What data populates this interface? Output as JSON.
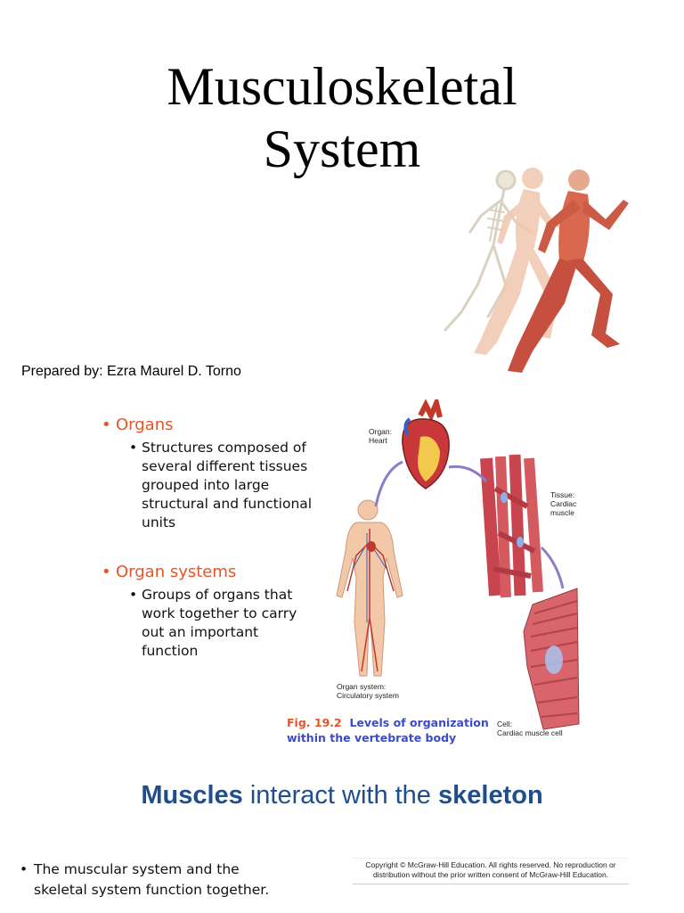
{
  "slide1": {
    "title_line1": "Musculoskeletal",
    "title_line2": "System",
    "prepared_by": "Prepared by: Ezra Maurel D. Torno"
  },
  "slide2": {
    "bullets": [
      {
        "heading": "Organs",
        "sub": [
          "Structures composed of",
          "several different tissues",
          "grouped into large",
          "structural and functional",
          "units"
        ]
      },
      {
        "heading": "Organ systems",
        "sub": [
          "Groups of organs that",
          "work together to carry",
          "out an important",
          "function"
        ]
      }
    ],
    "figure": {
      "organ_label": [
        "Organ:",
        "Heart"
      ],
      "tissue_label": [
        "Tissue:",
        "Cardiac",
        "muscle"
      ],
      "system_label": [
        "Organ system:",
        "Circulatory system"
      ],
      "cell_label": [
        "Cell:",
        "Cardiac muscle cell"
      ],
      "caption_fig": "Fig. 19.2",
      "caption_line1": "Levels of organization",
      "caption_line2": "within the vertebrate body"
    }
  },
  "slide3": {
    "title_bold1": "Muscles",
    "title_mid": " interact with the ",
    "title_bold2": "skeleton",
    "copyright_line1": "Copyright © McGraw-Hill Education. All rights reserved. No reproduction or",
    "copyright_line2": "distribution without the prior written consent of McGraw-Hill Education.",
    "bullet_line1": "The muscular system and the",
    "bullet_line2": "skeletal system function together."
  },
  "colors": {
    "accent_orange": "#e8542a",
    "caption_blue": "#3a4cc8",
    "title_blue": "#1f4e8c",
    "muscle_red": "#c8454f"
  }
}
